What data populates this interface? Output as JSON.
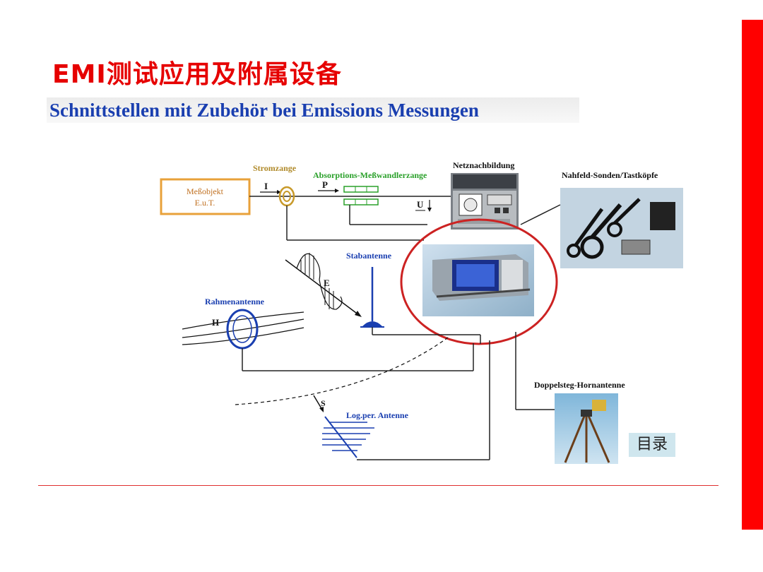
{
  "slide": {
    "title": "EMI测试应用及附属设备",
    "subtitle": "Schnittstellen mit Zubehör bei Emissions Messungen",
    "nav_button": "目录",
    "accent_color": "#ff0000",
    "subtitle_color": "#1a3fb0"
  },
  "diagram": {
    "eut_label_line1": "Meßobjekt",
    "eut_label_line2": "E.u.T.",
    "current_clamp": "Stromzange",
    "absorption_clamp": "Absorptions-Meßwandlerzange",
    "lisn": "Netznachbildung",
    "near_field_probes": "Nahfeld-Sonden/Tastköpfe",
    "rod_antenna": "Stabantenne",
    "loop_antenna": "Rahmenantenne",
    "horn_antenna": "Doppelsteg-Hornantenne",
    "log_periodic_antenna": "Log.per. Antenne",
    "symbol_current": "I",
    "symbol_power": "P",
    "symbol_voltage": "U",
    "symbol_e_field": "E",
    "symbol_h_field": "H",
    "symbol_s": "S"
  }
}
